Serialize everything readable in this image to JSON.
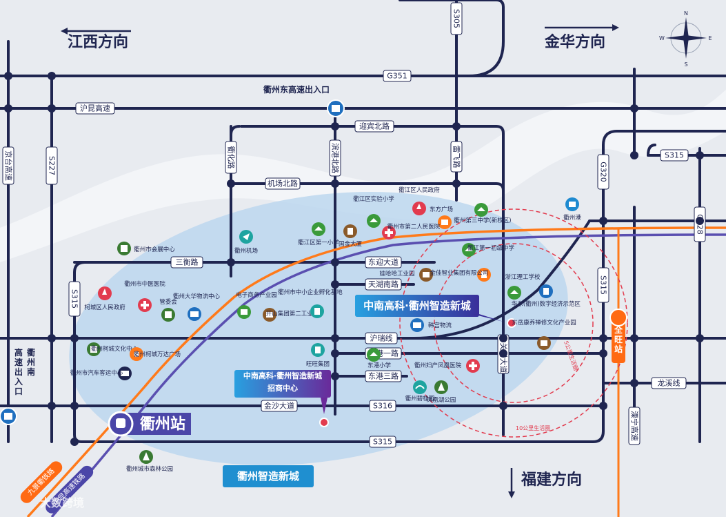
{
  "directions": {
    "jiangxi": "江西方向",
    "jinhua": "金华方向",
    "fujian": "福建方向"
  },
  "compass": {
    "n": "N",
    "s": "S",
    "w": "W",
    "e": "E"
  },
  "highways": {
    "g351": "G351",
    "s305": "S305",
    "hukun": "沪昆高速",
    "s315_r": "S315",
    "s315_b": "S315",
    "s316": "S316",
    "g320": "G320",
    "g528": "G528",
    "s227": "S227",
    "jingtai": "京台高速",
    "liyu": "溧宁高速",
    "s315_v": "S315",
    "s315_v2": "S315"
  },
  "exits": {
    "east": "衢州东高速出入口",
    "south": "衢州南高速出入口"
  },
  "roads": {
    "yingbin": "迎宾北路",
    "jichang": "机场北路",
    "qubei": "衢化路",
    "binggang": "滨港北路",
    "leifei": "雷飞路",
    "sanheng": "三衡路",
    "dongyan": "东迎大道",
    "tianhu": "天湖南路",
    "hurui": "沪瑞线",
    "donggang1": "东港一路",
    "donggang3": "东港三路",
    "jinsha": "金沙大道",
    "zhongguancun": "中关村大道",
    "longxi": "龙溪线"
  },
  "rail": {
    "jiuqu": "九景衢铁路",
    "hukun": "沪昆高速铁路"
  },
  "stations": {
    "quzhou": "衢州站",
    "quanwang": "全旺站"
  },
  "callouts": {
    "zhicheng": "中南高科·衢州智造新城",
    "zhaoshang_1": "中南高科·衢州智造新城",
    "zhaoshang_2": "招商中心"
  },
  "zone_label": "衢州智造新城",
  "rings": {
    "r5": "5公里生活圈",
    "r10": "10公里生活圈"
  },
  "pois": {
    "huizhan": "衢州市会展中心",
    "jichang": "衢州机场",
    "shiyan": "衢江区实验小学",
    "renmin": "衢江区人民政府",
    "dongfang": "东方广场",
    "shisan": "衢州第三中学(新校区)",
    "shiyi": "衢江区第一小学",
    "guojin": "国金大厦",
    "erren": "衢州市第二人民医院",
    "chuji": "衢江第一初级中学",
    "quzhougang": "衢州港",
    "kecheng_gov": "柯城区人民政府",
    "zhongyi": "衢州市中医医院",
    "guanweihui": "管委会",
    "wuliu": "衢州大华物流中心",
    "dianzi": "电子商务产业园",
    "kaishan": "开山集团第二工业园",
    "zhongxiao": "衢州市中小企业孵化基地",
    "wahaha": "娃哈哈工业园",
    "jinjia": "金佳智业集团有限公司",
    "ligong": "浙江理工学校",
    "huadong": "华东(衢州)数字经济示范区",
    "dongyue": "东岳康养禅修文化产业园",
    "wenhua": "衢州柯城文化中心",
    "wanda": "衢州柯城万达广场",
    "keyun": "衢州市汽车客运中心",
    "wangwang": "旺旺集团",
    "donggang_school": "东港小学",
    "fuchan": "衢州妇产凤凰医院",
    "bikuiyuan": "衢州碧桂园",
    "fenghuang": "凤凰湖公园",
    "senlin": "衢州城市森林公园",
    "wuliu2": "韩宫物流"
  },
  "watermark": "大数跨境"
}
